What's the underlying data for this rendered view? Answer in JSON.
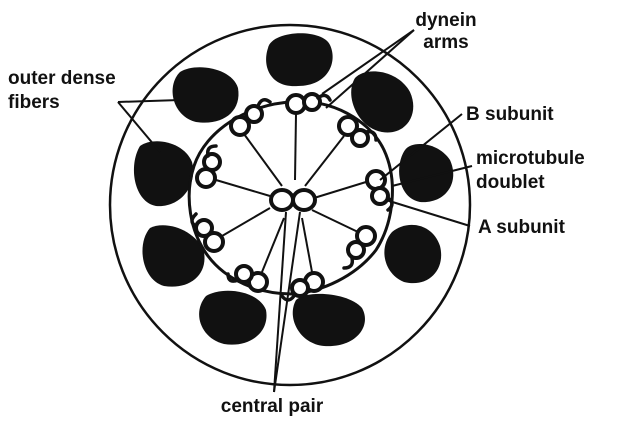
{
  "colors": {
    "ink": "#111111",
    "background": "#ffffff"
  },
  "labels": {
    "dynein_line1": "dynein",
    "dynein_line2": "arms",
    "outer_line1": "outer dense",
    "outer_line2": "fibers",
    "b_subunit": "B subunit",
    "microtubule_line1": "microtubule",
    "microtubule_line2": "doublet",
    "a_subunit": "A subunit",
    "central_pair": "central pair"
  },
  "structure": {
    "outer_dense_fiber_count": 9,
    "microtubule_doublet_count": 9,
    "radial_spoke_count": 9
  }
}
